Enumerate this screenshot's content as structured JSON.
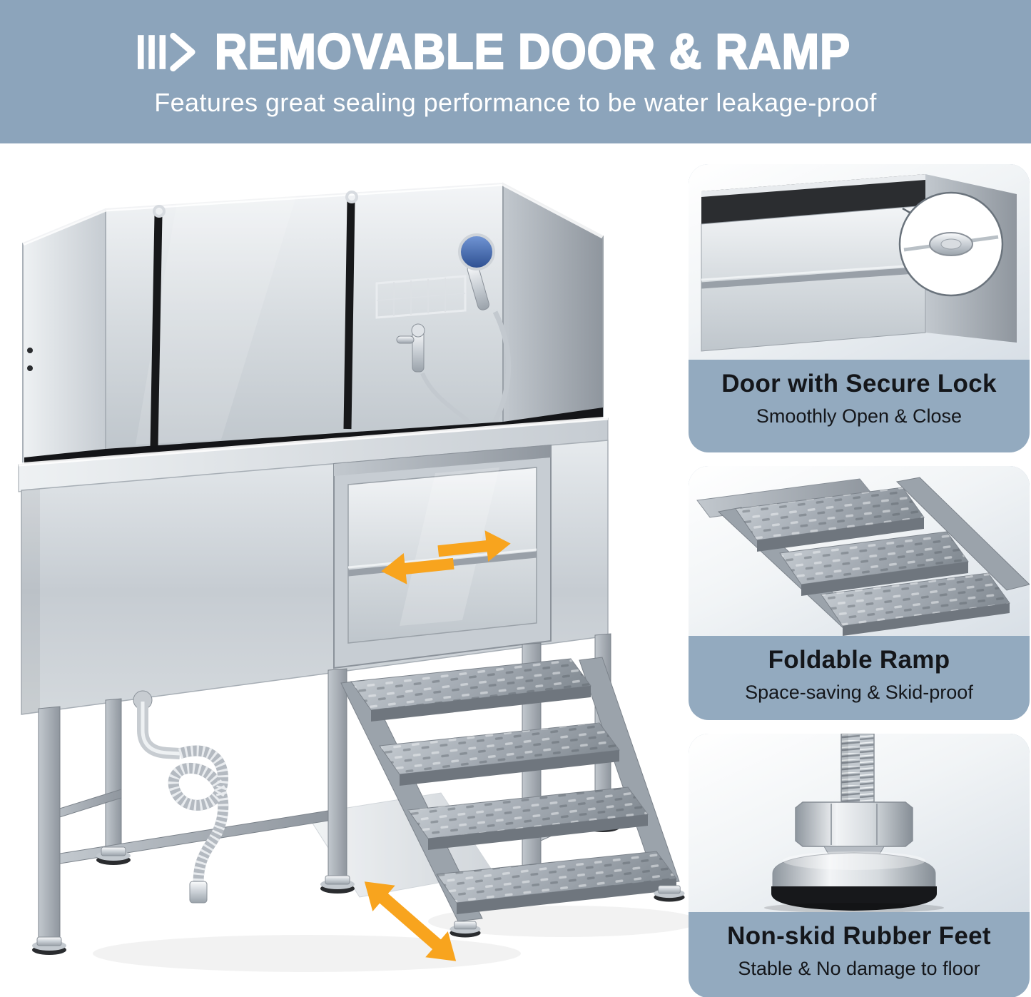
{
  "header": {
    "title": "REMOVABLE DOOR & RAMP",
    "subtitle": "Features great sealing performance to be water leakage-proof",
    "icon": "triple-bars-arrow-icon"
  },
  "hero": {
    "subject": "stainless-steel pet grooming tub with sliding door, hand shower, drain hose and fold-out stair ramp",
    "door_arrow_icon": "left-right-slide-arrows-icon",
    "foot_arrow_icon": "diagonal-adjust-arrow-icon"
  },
  "callouts": [
    {
      "title": "Door with Secure Lock",
      "subtitle": "Smoothly Open & Close"
    },
    {
      "title": "Foldable Ramp",
      "subtitle": "Space-saving & Skid-proof"
    },
    {
      "title": "Non-skid Rubber Feet",
      "subtitle": "Stable & No damage to floor"
    }
  ],
  "colors": {
    "header_bg": "#8CA4BB",
    "panel_bg": "#93AABF",
    "accent_orange": "#F8A41E",
    "caption_text": "#14161A",
    "title_text": "#FFFFFF"
  }
}
